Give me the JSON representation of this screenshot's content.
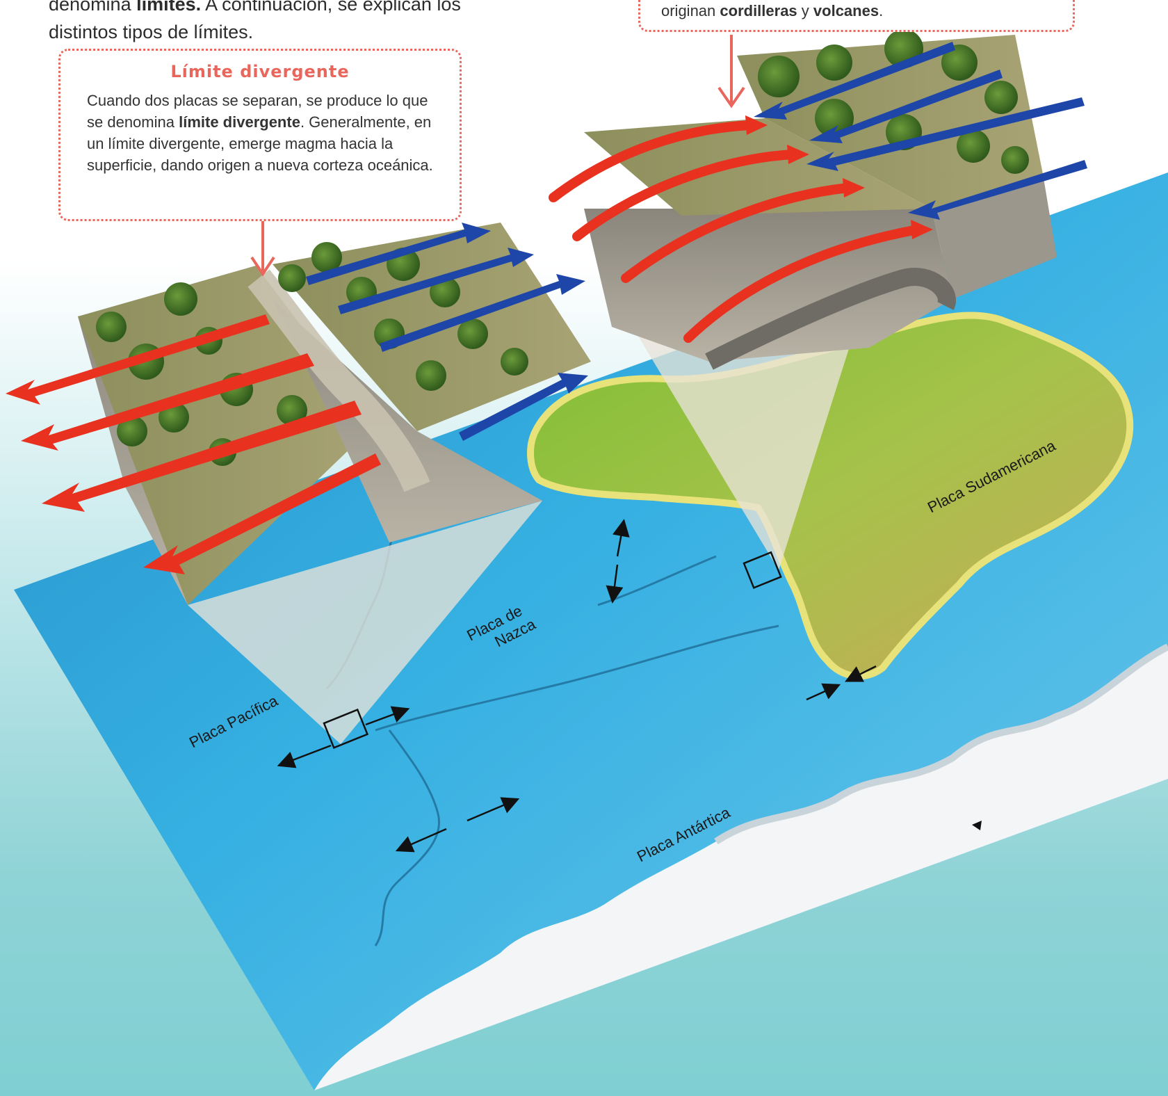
{
  "intro": {
    "line1_prefix": "denomina ",
    "line1_bold": "límites.",
    "line1_suffix": " A continuación, se explican los",
    "line2": "distintos tipos de límites."
  },
  "callout_divergent": {
    "title": "Límite divergente",
    "text_1": "Cuando dos placas se separan, se produce lo que se denomina ",
    "text_bold": "límite divergente",
    "text_2": ". Generalmente, en un límite divergente, emerge magma hacia la superficie, dando origen a nueva corteza oceánica."
  },
  "callout_convergent": {
    "text_prefix": "originan ",
    "bold_1": "cordilleras",
    "middle": " y ",
    "bold_2": "volcanes",
    "suffix": "."
  },
  "plates": {
    "sudamericana": "Placa Sudamericana",
    "nazca_1": "Placa de",
    "nazca_2": "Nazca",
    "pacifica": "Placa Pacífica",
    "antartica": "Placa Antártica"
  },
  "colors": {
    "accent": "#e9665c",
    "arrow_red": "#e8321f",
    "arrow_blue": "#1d46a8",
    "ocean": "#2aa3d8",
    "land": "#8cbf3f"
  }
}
